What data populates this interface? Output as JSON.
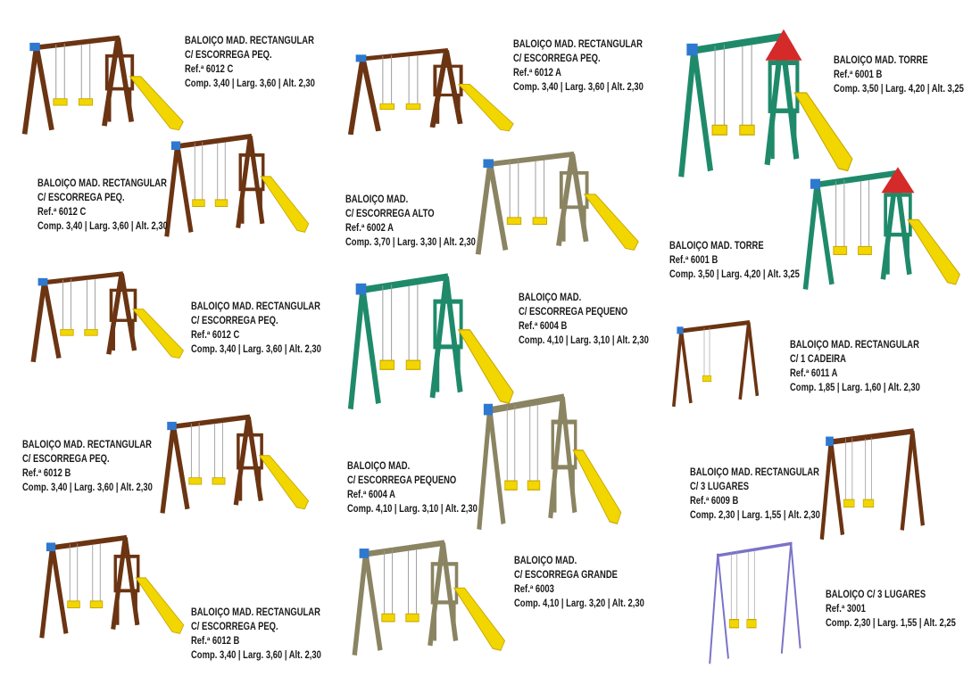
{
  "products": [
    {
      "name": "BALOIÇO MAD. RECTANGULAR",
      "subtitle": "C/ ESCORREGA PEQ.",
      "ref": "Ref.ª 6012 C",
      "dims": "Comp. 3,40 | Larg. 3,60 | Alt. 2,30"
    },
    {
      "name": "BALOIÇO MAD. RECTANGULAR",
      "subtitle": "C/ ESCORREGA PEQ.",
      "ref": "Ref.ª 6012 A",
      "dims": "Comp. 3,40 | Larg. 3,60 | Alt. 2,30"
    },
    {
      "name": "BALOIÇO MAD. TORRE",
      "ref": "Ref.ª 6001 B",
      "dims": "Comp. 3,50 | Larg. 4,20 | Alt. 3,25"
    },
    {
      "name": "BALOIÇO MAD. RECTANGULAR",
      "subtitle": "C/ ESCORREGA PEQ.",
      "ref": "Ref.ª 6012 C",
      "dims": "Comp. 3,40 | Larg. 3,60 | Alt. 2,30"
    },
    {
      "name": "BALOIÇO MAD.",
      "subtitle": "C/ ESCORREGA ALTO",
      "ref": "Ref.ª 6002 A",
      "dims": "Comp. 3,70 | Larg. 3,30 | Alt. 2,30"
    },
    {
      "name": "BALOIÇO MAD. TORRE",
      "ref": "Ref.ª 6001 B",
      "dims": "Comp. 3,50 | Larg. 4,20 | Alt. 3,25"
    },
    {
      "name": "BALOIÇO MAD. RECTANGULAR",
      "subtitle": "C/ ESCORREGA PEQ.",
      "ref": "Ref.ª 6012 C",
      "dims": "Comp. 3,40 | Larg. 3,60 | Alt. 2,30"
    },
    {
      "name": "BALOIÇO MAD.",
      "subtitle": "C/ ESCORREGA PEQUENO",
      "ref": "Ref.ª 6004 B",
      "dims": "Comp. 4,10 | Larg. 3,10 | Alt. 2,30"
    },
    {
      "name": "BALOIÇO MAD. RECTANGULAR",
      "subtitle": "C/ 1 CADEIRA",
      "ref": "Ref.ª 6011 A",
      "dims": "Comp. 1,85 | Larg. 1,60 | Alt. 2,30"
    },
    {
      "name": "BALOIÇO MAD. RECTANGULAR",
      "subtitle": "C/ ESCORREGA PEQ.",
      "ref": "Ref.ª 6012 B",
      "dims": "Comp. 3,40 | Larg. 3,60 | Alt. 2,30"
    },
    {
      "name": "BALOIÇO MAD.",
      "subtitle": "C/ ESCORREGA PEQUENO",
      "ref": "Ref.ª 6004 A",
      "dims": "Comp. 4,10 | Larg. 3,10 | Alt. 2,30"
    },
    {
      "name": "BALOIÇO MAD. RECTANGULAR",
      "subtitle": "C/ 3 LUGARES",
      "ref": "Ref.ª 6009 B",
      "dims": "Comp. 2,30 | Larg. 1,55 | Alt. 2,30"
    },
    {
      "name": "BALOIÇO MAD.",
      "subtitle": "C/ ESCORREGA GRANDE",
      "ref": "Ref.ª 6003",
      "dims": "Comp. 4,10 | Larg. 3,20 | Alt. 2,30"
    },
    {
      "name": "BALOIÇO C/ 3 LUGARES",
      "ref": "Ref.ª 3001",
      "dims": "Comp. 2,30 | Larg. 1,55 | Alt. 2,25"
    },
    {
      "name": "BALOIÇO MAD. RECTANGULAR",
      "subtitle": "C/ ESCORREGA PEQ.",
      "ref": "Ref.ª 6012 B",
      "dims": "Comp. 3,40 | Larg. 3,60 | Alt. 2,30"
    }
  ],
  "colors": {
    "wood": "#6b3412",
    "green": "#1f8a6a",
    "greywood": "#8a8462",
    "purple": "#7a72c8",
    "slide": "#f2d600",
    "roof": "#d42a2a",
    "blue": "#2e78d0",
    "text": "#1a1a1a"
  }
}
